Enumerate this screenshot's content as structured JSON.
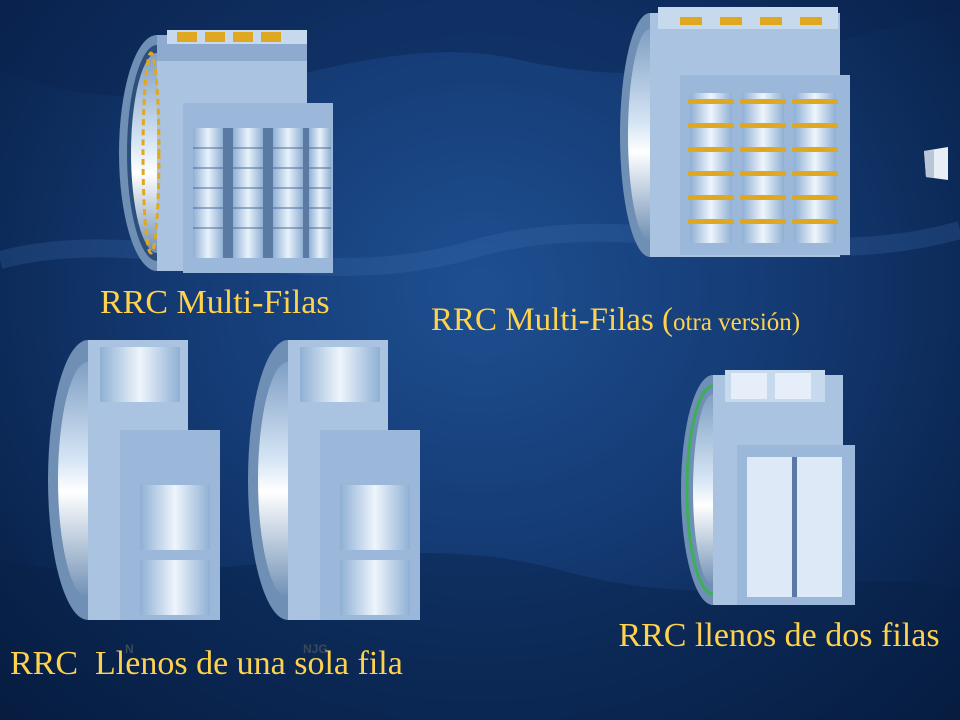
{
  "captions": {
    "multi_row": "RRC Multi-Filas",
    "multi_row_alt_main": "RRC Multi-Filas (",
    "multi_row_alt_small": "otra versión)",
    "single_row": "RRC  Llenos de una sola fila",
    "double_row": "RRC llenos de dos filas"
  },
  "tags": {
    "left_bearing": "N",
    "right_bearing": "NJG"
  },
  "colors": {
    "background": "#143a73",
    "caption": "#ffd24d",
    "bearing_steel": "#a9c3e0",
    "bearing_dark": "#6f8fb4",
    "cage": "#e0a820"
  }
}
